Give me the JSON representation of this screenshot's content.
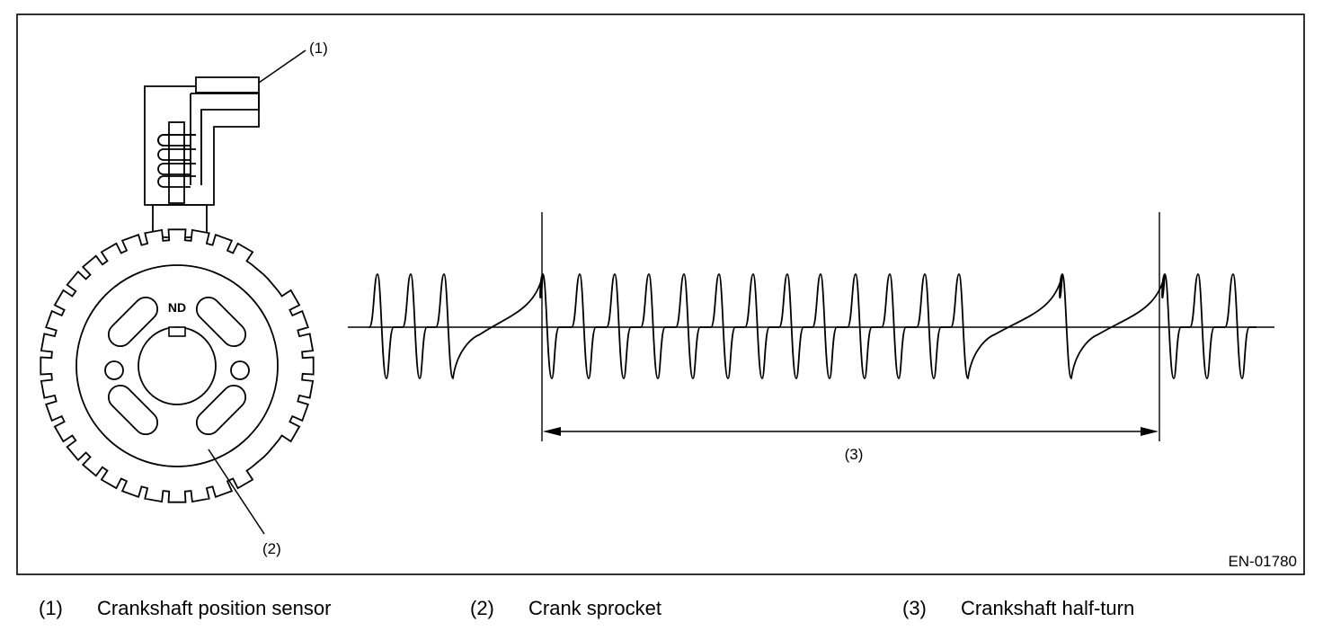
{
  "diagram": {
    "callouts": {
      "sensor": "(1)",
      "sprocket": "(2)",
      "halfturn": "(3)"
    },
    "sprocket_mark": "ND",
    "figure_code": "EN-01780"
  },
  "legend": [
    {
      "num": "(1)",
      "text": "Crankshaft position sensor"
    },
    {
      "num": "(2)",
      "text": "Crank sprocket"
    },
    {
      "num": "(3)",
      "text": "Crankshaft half-turn"
    }
  ]
}
